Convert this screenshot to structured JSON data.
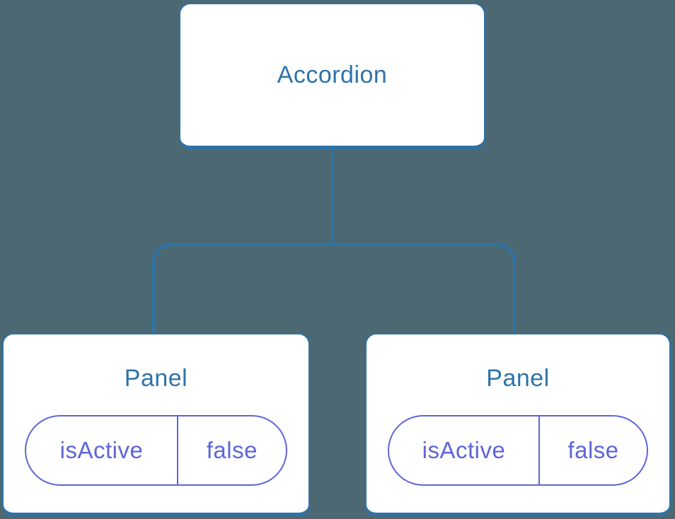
{
  "diagram": {
    "kind": "component-tree",
    "root": {
      "label": "Accordion"
    },
    "children": [
      {
        "label": "Panel",
        "state": {
          "key": "isActive",
          "value": "false"
        }
      },
      {
        "label": "Panel",
        "state": {
          "key": "isActive",
          "value": "false"
        }
      }
    ]
  },
  "colors": {
    "background": "#4C6973",
    "node_fill": "#FFFFFF",
    "node_border": "#2E73A8",
    "node_text": "#2E73A8",
    "connector": "#2E73A8",
    "state_border": "#5E65D9",
    "state_text": "#5E65D9"
  }
}
